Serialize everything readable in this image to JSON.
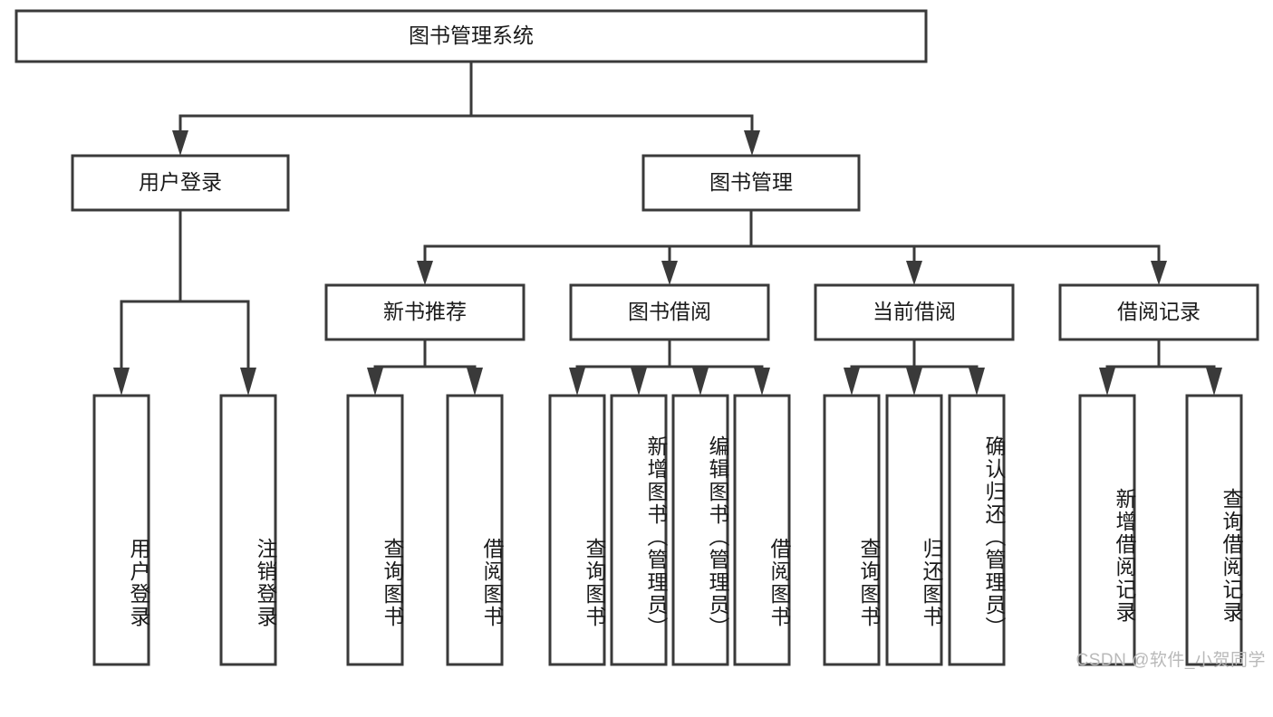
{
  "diagram": {
    "type": "tree",
    "title": "图书管理系统",
    "root": {
      "label": "图书管理系统"
    },
    "level2": [
      {
        "label": "用户登录"
      },
      {
        "label": "图书管理"
      }
    ],
    "level3": [
      {
        "label": "新书推荐"
      },
      {
        "label": "图书借阅"
      },
      {
        "label": "当前借阅"
      },
      {
        "label": "借阅记录"
      }
    ],
    "leaves": {
      "user_login": [
        {
          "label": "用户登录"
        },
        {
          "label": "注销登录"
        }
      ],
      "new_book": [
        {
          "label": "查询图书"
        },
        {
          "label": "借阅图书"
        }
      ],
      "book_borrow": [
        {
          "label": "查询图书"
        },
        {
          "label": "新增图书（管理员）"
        },
        {
          "label": "编辑图书（管理员）"
        },
        {
          "label": "借阅图书"
        }
      ],
      "current_borrow": [
        {
          "label": "查询图书"
        },
        {
          "label": "归还图书"
        },
        {
          "label": "确认归还（管理员）"
        }
      ],
      "borrow_record": [
        {
          "label": "新增借阅记录"
        },
        {
          "label": "查询借阅记录"
        }
      ]
    }
  },
  "watermark": {
    "text": "CSDN @软件_小贺同学"
  },
  "colors": {
    "stroke": "#3a3a3a",
    "box_fill": "#ffffff",
    "text": "#1a1a1a",
    "background": "#ffffff",
    "watermark": "#b9b9b9"
  }
}
